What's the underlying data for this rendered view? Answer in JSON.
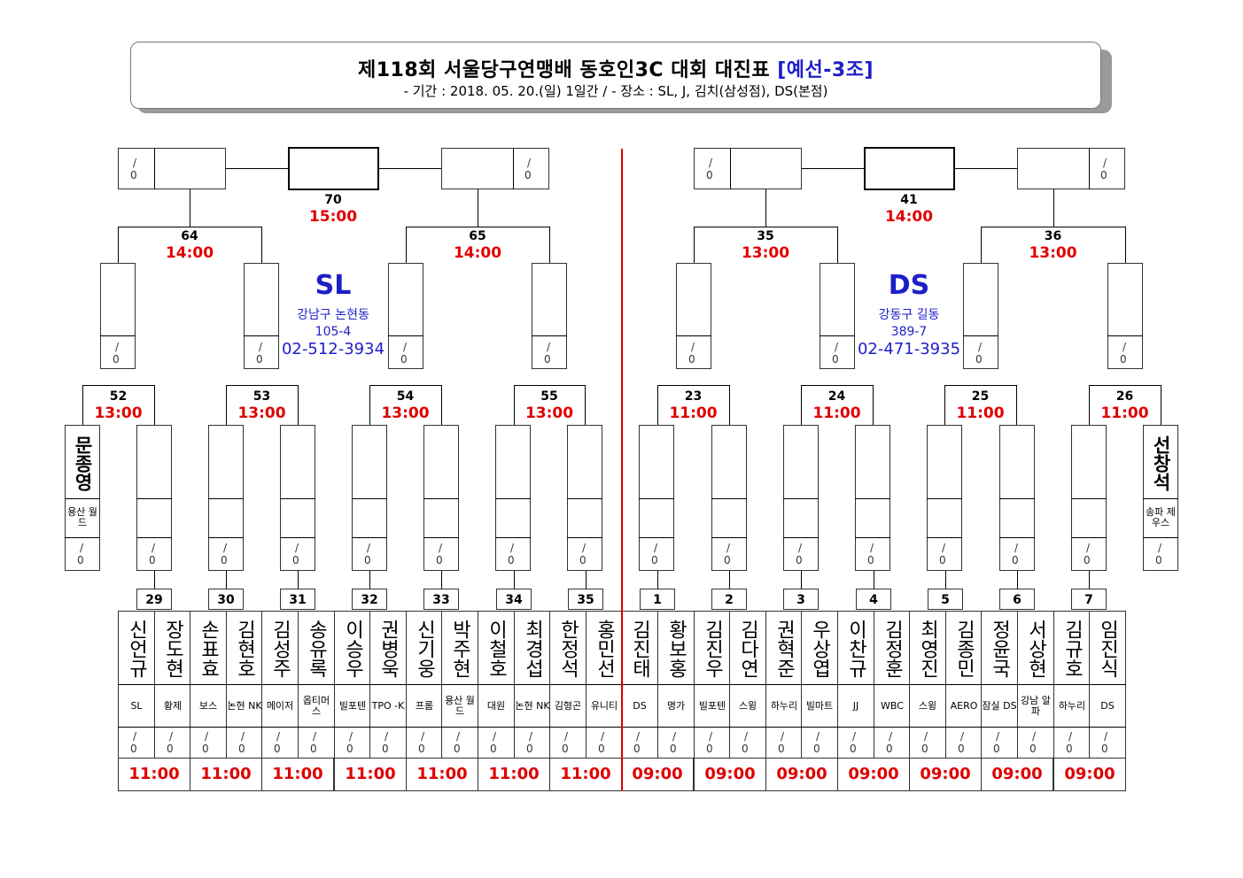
{
  "header": {
    "title": "제118회 서울당구연맹배 동호인3C 대회 대진표",
    "group": "[예선-3조]",
    "subtitle": "- 기간 : 2018. 05. 20.(일) 1일간 / - 장소 : SL, J, 김치(삼성점), DS(본점)"
  },
  "score_placeholder": {
    "top": "/",
    "bottom": "0"
  },
  "venues": [
    {
      "code": "SL",
      "address1": "강남구 논현동",
      "address2": "105-4",
      "phone": "02-512-3934"
    },
    {
      "code": "DS",
      "address1": "강동구 길동",
      "address2": "389-7",
      "phone": "02-471-3935"
    }
  ],
  "matches": {
    "m70": {
      "num": "70",
      "time": "15:00"
    },
    "m41": {
      "num": "41",
      "time": "14:00"
    },
    "m64": {
      "num": "64",
      "time": "14:00"
    },
    "m65": {
      "num": "65",
      "time": "14:00"
    },
    "m35": {
      "num": "35",
      "time": "13:00"
    },
    "m36": {
      "num": "36",
      "time": "13:00"
    },
    "m52": {
      "num": "52",
      "time": "13:00"
    },
    "m53": {
      "num": "53",
      "time": "13:00"
    },
    "m54": {
      "num": "54",
      "time": "13:00"
    },
    "m55": {
      "num": "55",
      "time": "13:00"
    },
    "m23": {
      "num": "23",
      "time": "11:00"
    },
    "m24": {
      "num": "24",
      "time": "11:00"
    },
    "m25": {
      "num": "25",
      "time": "11:00"
    },
    "m26": {
      "num": "26",
      "time": "11:00"
    }
  },
  "byes": [
    {
      "name": "문종영",
      "club": "용산 월드"
    },
    {
      "name": "선창석",
      "club": "송파 제우스"
    }
  ],
  "first_round": [
    {
      "num": "29",
      "time": "11:00",
      "players": [
        {
          "name": "신언규",
          "club": "SL"
        },
        {
          "name": "장도현",
          "club": "황제"
        }
      ]
    },
    {
      "num": "30",
      "time": "11:00",
      "players": [
        {
          "name": "손표효",
          "club": "보스"
        },
        {
          "name": "김현호",
          "club": "논현 NK"
        }
      ]
    },
    {
      "num": "31",
      "time": "11:00",
      "players": [
        {
          "name": "김성주",
          "club": "메이저"
        },
        {
          "name": "송유록",
          "club": "옵티머스"
        }
      ]
    },
    {
      "num": "32",
      "time": "11:00",
      "players": [
        {
          "name": "이승우",
          "club": "빌포텐"
        },
        {
          "name": "권병욱",
          "club": "TPO -K"
        }
      ]
    },
    {
      "num": "33",
      "time": "11:00",
      "players": [
        {
          "name": "신기웅",
          "club": "프롬"
        },
        {
          "name": "박주현",
          "club": "용산 월드"
        }
      ]
    },
    {
      "num": "34",
      "time": "11:00",
      "players": [
        {
          "name": "이철호",
          "club": "대원"
        },
        {
          "name": "최경섭",
          "club": "논현 NK"
        }
      ]
    },
    {
      "num": "35",
      "time": "11:00",
      "players": [
        {
          "name": "한정석",
          "club": "김형곤"
        },
        {
          "name": "홍민선",
          "club": "유니티"
        }
      ]
    },
    {
      "num": "1",
      "time": "09:00",
      "players": [
        {
          "name": "김진태",
          "club": "DS"
        },
        {
          "name": "황보홍",
          "club": "명가"
        }
      ]
    },
    {
      "num": "2",
      "time": "09:00",
      "players": [
        {
          "name": "김진우",
          "club": "빌포텐"
        },
        {
          "name": "김다연",
          "club": "스윙"
        }
      ]
    },
    {
      "num": "3",
      "time": "09:00",
      "players": [
        {
          "name": "권혁준",
          "club": "하누리"
        },
        {
          "name": "우상엽",
          "club": "빌마트"
        }
      ]
    },
    {
      "num": "4",
      "time": "09:00",
      "players": [
        {
          "name": "이찬규",
          "club": "JJ"
        },
        {
          "name": "김정훈",
          "club": "WBC"
        }
      ]
    },
    {
      "num": "5",
      "time": "09:00",
      "players": [
        {
          "name": "최영진",
          "club": "스윙"
        },
        {
          "name": "김종민",
          "club": "AERO"
        }
      ]
    },
    {
      "num": "6",
      "time": "09:00",
      "players": [
        {
          "name": "정윤국",
          "club": "잠실 DS"
        },
        {
          "name": "서상현",
          "club": "강남 알파"
        }
      ]
    },
    {
      "num": "7",
      "time": "09:00",
      "players": [
        {
          "name": "김규호",
          "club": "하누리"
        },
        {
          "name": "임진식",
          "club": "DS"
        }
      ]
    }
  ]
}
